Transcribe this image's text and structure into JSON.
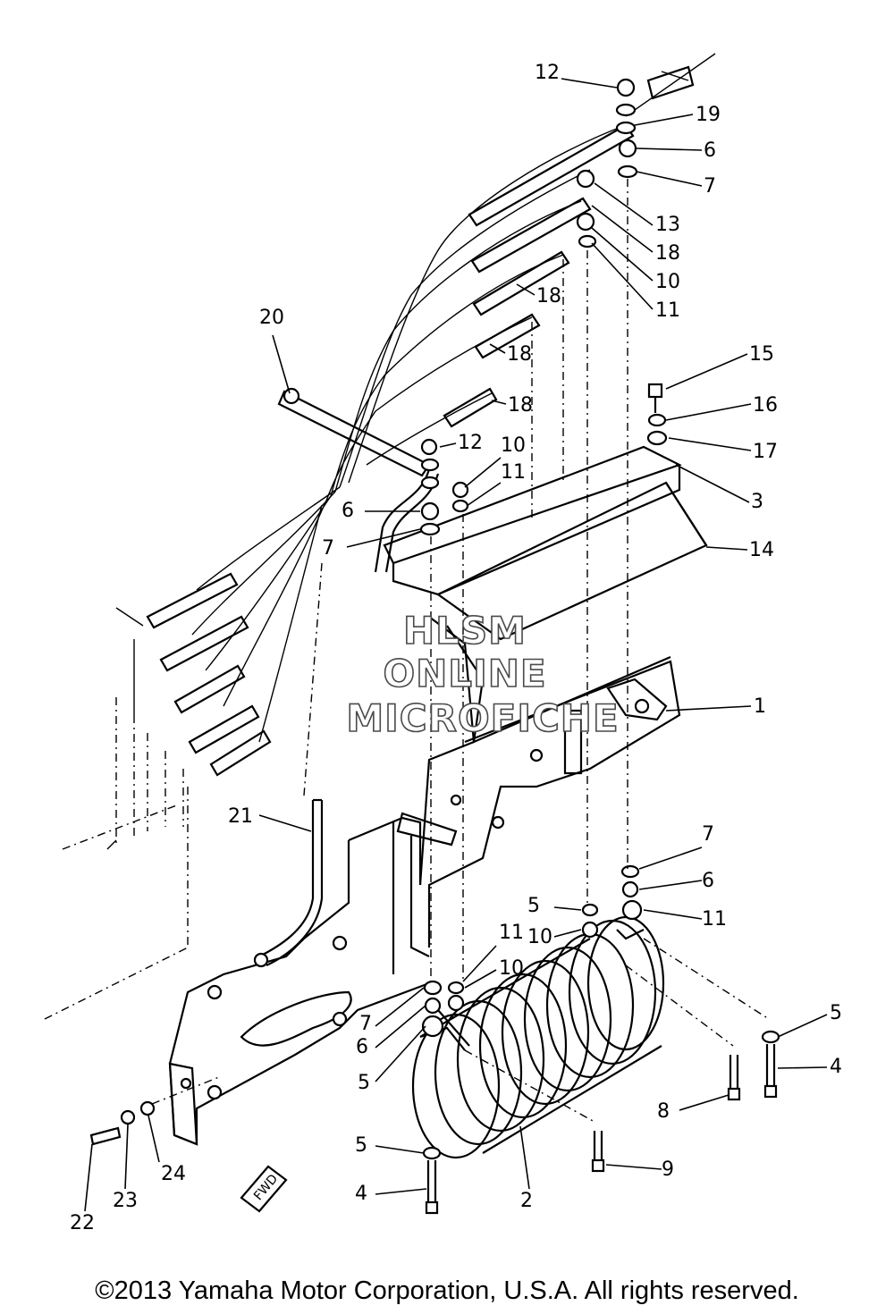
{
  "watermark": {
    "line1": "HLSM",
    "line2": "ONLINE",
    "line3": "MICROFICHE"
  },
  "fwd_stamp": "FWD",
  "copyright": "©2013 Yamaha Motor Corporation, U.S.A. All rights reserved.",
  "callouts": [
    "12",
    "19",
    "6",
    "7",
    "13",
    "18",
    "10",
    "11",
    "18",
    "18",
    "18",
    "20",
    "15",
    "16",
    "17",
    "3",
    "12",
    "10",
    "11",
    "6",
    "7",
    "14",
    "1",
    "21",
    "7",
    "6",
    "11",
    "5",
    "10",
    "11",
    "10",
    "7",
    "6",
    "5",
    "5",
    "4",
    "8",
    "9",
    "5",
    "4",
    "2",
    "22",
    "23",
    "24"
  ]
}
